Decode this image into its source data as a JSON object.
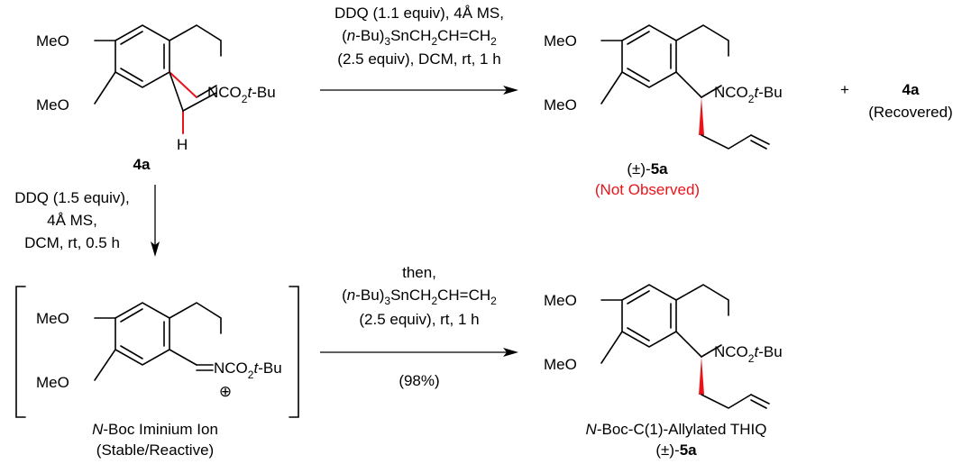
{
  "substrate": {
    "meo_top": "MeO",
    "meo_bottom": "MeO",
    "n_label": "NCO",
    "n_sub": "2",
    "n_tail": "t",
    "n_end": "-Bu",
    "h_label": "H",
    "compound_id": "4a"
  },
  "arrow_top": {
    "line1": "DDQ (1.1 equiv), 4Å MS,",
    "line2_pre": "(",
    "line2_it": "n",
    "line2_mid": "-Bu)",
    "line2_sub": "3",
    "line2_post": "SnCH",
    "line2_sub2": "2",
    "line2_post2": "CH=CH",
    "line2_sub3": "2",
    "line3": "(2.5 equiv), DCM, rt, 1 h"
  },
  "product_top": {
    "meo_top": "MeO",
    "meo_bottom": "MeO",
    "n_label": "NCO",
    "n_sub": "2",
    "n_tail": "t",
    "n_end": "-Bu",
    "plus": "+",
    "recovered_id": "4a",
    "recovered_note": "(Recovered)",
    "racemic_prefix": "(±)-",
    "compound_id": "5a",
    "status": "(Not Observed)"
  },
  "arrow_down": {
    "line1": "DDQ (1.5 equiv),",
    "line2": "4Å MS,",
    "line3": "DCM, rt, 0.5 h"
  },
  "iminium": {
    "meo_top": "MeO",
    "meo_bottom": "MeO",
    "n_label": "NCO",
    "n_sub": "2",
    "n_tail": "t",
    "n_end": "-Bu",
    "charge": "⊕",
    "name_it": "N",
    "name_rest": "-Boc Iminium Ion",
    "note": "(Stable/Reactive)"
  },
  "arrow_bottom": {
    "line1": "then,",
    "line2_pre": "(",
    "line2_it": "n",
    "line2_mid": "-Bu)",
    "line2_sub": "3",
    "line2_post": "SnCH",
    "line2_sub2": "2",
    "line2_post2": "CH=CH",
    "line2_sub3": "2",
    "line3": "(2.5 equiv), rt, 1 h",
    "yield": "(98%)"
  },
  "product_bottom": {
    "meo_top": "MeO",
    "meo_bottom": "MeO",
    "n_label": "NCO",
    "n_sub": "2",
    "n_tail": "t",
    "n_end": "-Bu",
    "name_it": "N",
    "name_rest": "-Boc-C(1)-Allylated THIQ",
    "racemic_prefix": "(±)-",
    "compound_id": "5a"
  },
  "colors": {
    "highlight": "#e8141b",
    "ink": "#000000"
  }
}
